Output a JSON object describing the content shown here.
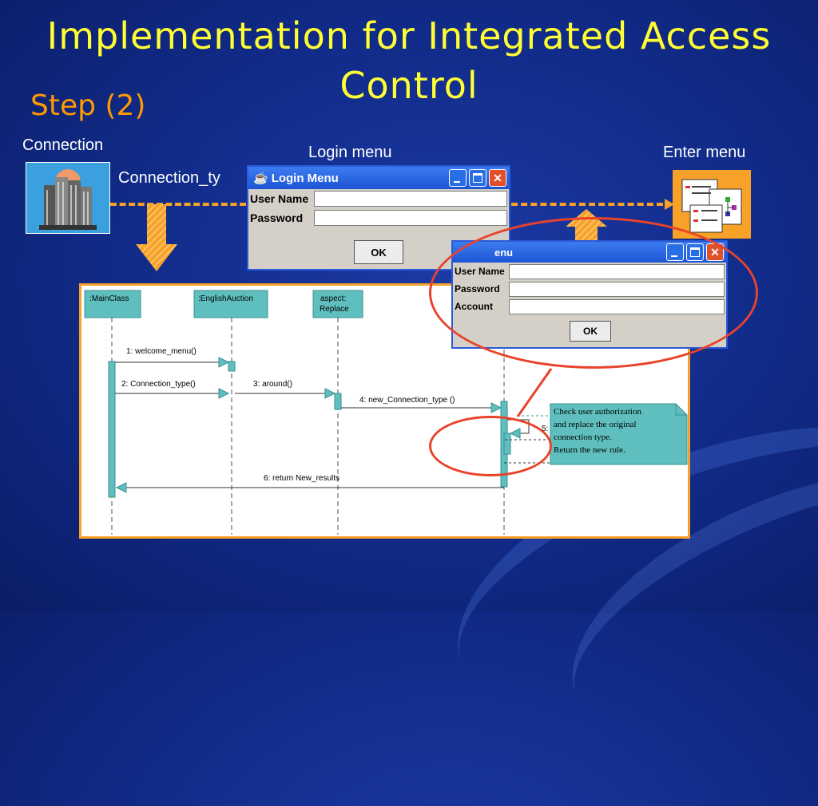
{
  "slide": {
    "title": "Implementation for Integrated Access Control",
    "step": "Step (2)"
  },
  "labels": {
    "connection": "Connection",
    "login_menu": "Login menu",
    "enter_menu": "Enter menu",
    "connection_type": "Connection_ty"
  },
  "login_window": {
    "title": "Login Menu",
    "user_name_label": "User Name",
    "password_label": "Password",
    "ok_label": "OK"
  },
  "enter_window": {
    "title": "enu",
    "user_name_label": "User Name",
    "password_label": "Password",
    "account_label": "Account",
    "ok_label": "OK"
  },
  "sequence": {
    "lifelines": [
      ":MainClass",
      ":EnglishAuction",
      "aspect:\nReplace"
    ],
    "messages": [
      "1: welcome_menu()",
      "2: Connection_type()",
      "3: around()",
      "4: new_Connection_type ()",
      "5:",
      "6: return New_results"
    ],
    "note": [
      "Check user authorization",
      "and replace the original",
      "connection type.",
      "Return the new rule."
    ]
  },
  "colors": {
    "background": "#102a86",
    "title": "#ffff33",
    "step": "#ff9900",
    "accent": "#f7a128",
    "lifeline_box": "#5fbfbf",
    "highlight": "#e8432a"
  },
  "icons": {
    "connection": "server-building-icon",
    "enter_menu": "document-tree-icon",
    "java": "java-cup-icon"
  }
}
